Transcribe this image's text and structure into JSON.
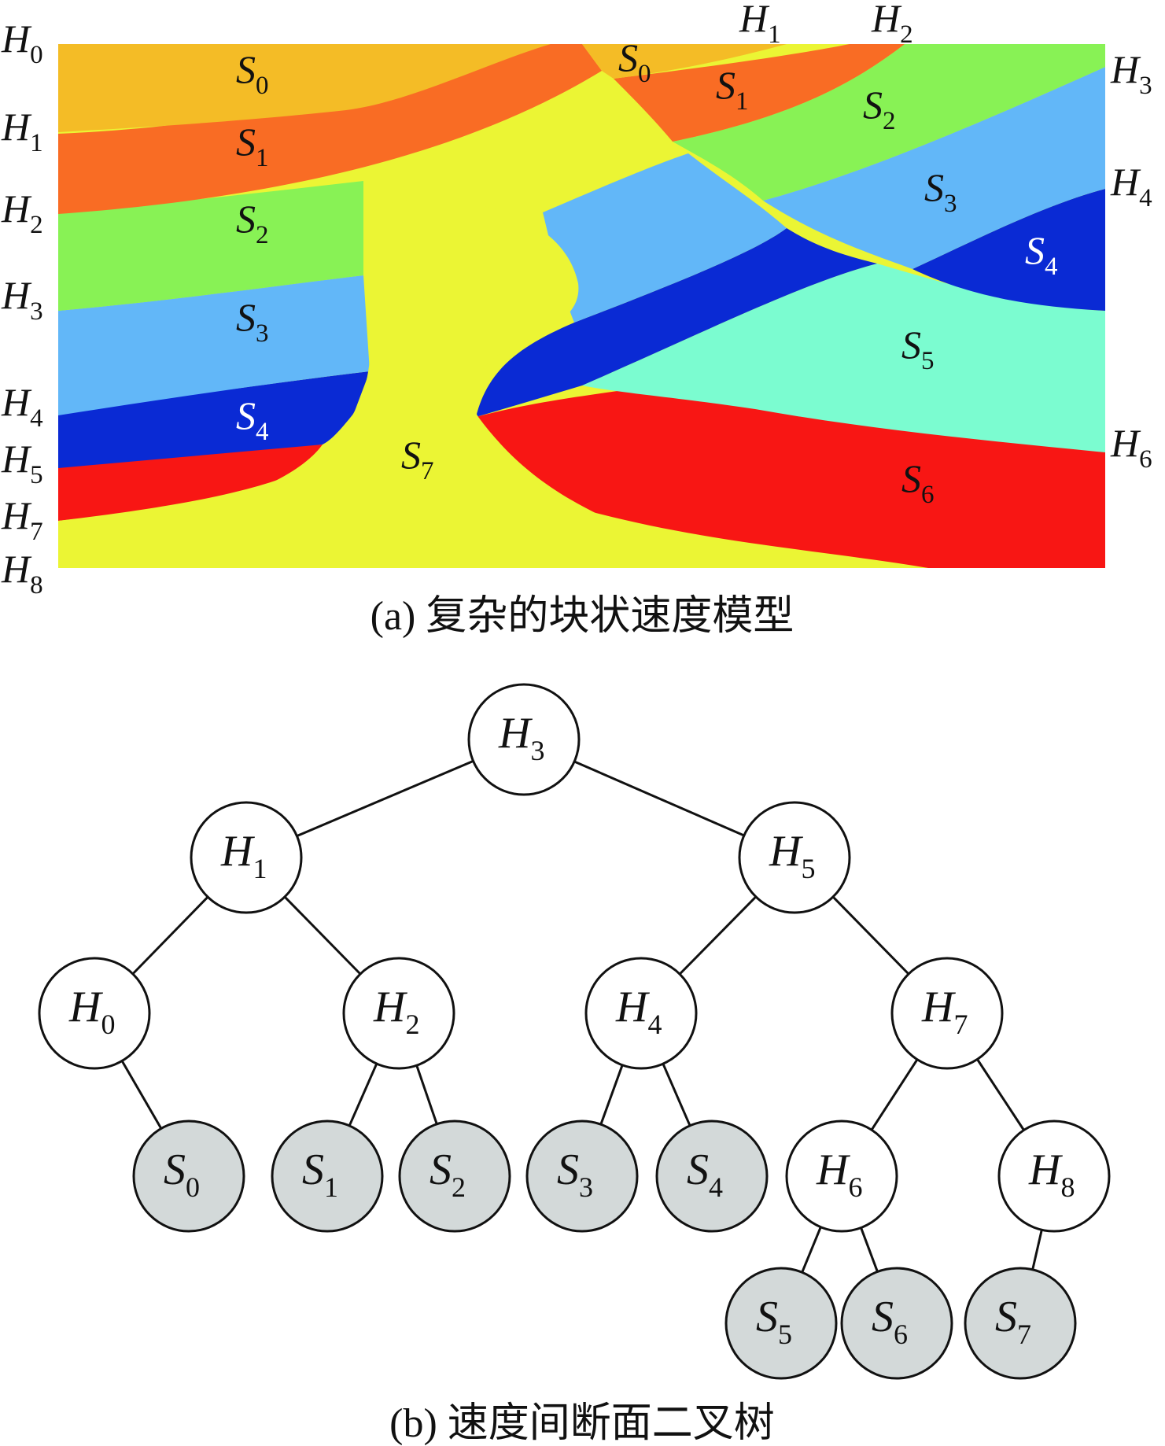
{
  "caption_a": "(a) 复杂的块状速度模型",
  "caption_b": "(b) 速度间断面二叉树",
  "colors": {
    "S0": "#F4BC26",
    "S1": "#F96C24",
    "S2": "#88F255",
    "S3": "#62B7F8",
    "S4": "#0A2AD4",
    "S5": "#7BFCD0",
    "S6": "#F81614",
    "S7": "#EBF534",
    "label_dark": "#111111",
    "label_light": "#ffffff",
    "node_fill_H": "#ffffff",
    "node_fill_S": "#d3d9d9",
    "edge": "#111111"
  },
  "model": {
    "labels": [
      {
        "id": "H0-left",
        "letter": "H",
        "sub": "0"
      },
      {
        "id": "H1-left",
        "letter": "H",
        "sub": "1"
      },
      {
        "id": "H2-left",
        "letter": "H",
        "sub": "2"
      },
      {
        "id": "H3-left",
        "letter": "H",
        "sub": "3"
      },
      {
        "id": "H4-left",
        "letter": "H",
        "sub": "4"
      },
      {
        "id": "H5-left",
        "letter": "H",
        "sub": "5"
      },
      {
        "id": "H7-left",
        "letter": "H",
        "sub": "7"
      },
      {
        "id": "H8-left",
        "letter": "H",
        "sub": "8"
      },
      {
        "id": "H1-top",
        "letter": "H",
        "sub": "1"
      },
      {
        "id": "H2-top",
        "letter": "H",
        "sub": "2"
      },
      {
        "id": "H3-right",
        "letter": "H",
        "sub": "3"
      },
      {
        "id": "H4-right",
        "letter": "H",
        "sub": "4"
      },
      {
        "id": "H6-right",
        "letter": "H",
        "sub": "6"
      },
      {
        "id": "S0-left",
        "letter": "S",
        "sub": "0"
      },
      {
        "id": "S1-left",
        "letter": "S",
        "sub": "1"
      },
      {
        "id": "S2-left",
        "letter": "S",
        "sub": "2"
      },
      {
        "id": "S3-left",
        "letter": "S",
        "sub": "3"
      },
      {
        "id": "S4-left",
        "letter": "S",
        "sub": "4"
      },
      {
        "id": "S7",
        "letter": "S",
        "sub": "7"
      },
      {
        "id": "S0-right",
        "letter": "S",
        "sub": "0"
      },
      {
        "id": "S1-right",
        "letter": "S",
        "sub": "1"
      },
      {
        "id": "S2-right",
        "letter": "S",
        "sub": "2"
      },
      {
        "id": "S3-right",
        "letter": "S",
        "sub": "3"
      },
      {
        "id": "S4-right",
        "letter": "S",
        "sub": "4"
      },
      {
        "id": "S5",
        "letter": "S",
        "sub": "5"
      },
      {
        "id": "S6",
        "letter": "S",
        "sub": "6"
      }
    ]
  },
  "tree": {
    "nodes": [
      {
        "id": "H3",
        "letter": "H",
        "sub": "3",
        "kind": "surface"
      },
      {
        "id": "H1",
        "letter": "H",
        "sub": "1",
        "kind": "surface"
      },
      {
        "id": "H5",
        "letter": "H",
        "sub": "5",
        "kind": "surface"
      },
      {
        "id": "H0",
        "letter": "H",
        "sub": "0",
        "kind": "surface"
      },
      {
        "id": "H2",
        "letter": "H",
        "sub": "2",
        "kind": "surface"
      },
      {
        "id": "H4",
        "letter": "H",
        "sub": "4",
        "kind": "surface"
      },
      {
        "id": "H7",
        "letter": "H",
        "sub": "7",
        "kind": "surface"
      },
      {
        "id": "S0",
        "letter": "S",
        "sub": "0",
        "kind": "block"
      },
      {
        "id": "S1",
        "letter": "S",
        "sub": "1",
        "kind": "block"
      },
      {
        "id": "S2",
        "letter": "S",
        "sub": "2",
        "kind": "block"
      },
      {
        "id": "S3",
        "letter": "S",
        "sub": "3",
        "kind": "block"
      },
      {
        "id": "S4",
        "letter": "S",
        "sub": "4",
        "kind": "block"
      },
      {
        "id": "H6",
        "letter": "H",
        "sub": "6",
        "kind": "surface"
      },
      {
        "id": "H8",
        "letter": "H",
        "sub": "8",
        "kind": "surface"
      },
      {
        "id": "S5",
        "letter": "S",
        "sub": "5",
        "kind": "block"
      },
      {
        "id": "S6",
        "letter": "S",
        "sub": "6",
        "kind": "block"
      },
      {
        "id": "S7",
        "letter": "S",
        "sub": "7",
        "kind": "block"
      }
    ],
    "edges": [
      [
        "H3",
        "H1"
      ],
      [
        "H3",
        "H5"
      ],
      [
        "H1",
        "H0"
      ],
      [
        "H1",
        "H2"
      ],
      [
        "H5",
        "H4"
      ],
      [
        "H5",
        "H7"
      ],
      [
        "H0",
        "S0"
      ],
      [
        "H2",
        "S1"
      ],
      [
        "H2",
        "S2"
      ],
      [
        "H4",
        "S3"
      ],
      [
        "H4",
        "S4"
      ],
      [
        "H7",
        "H6"
      ],
      [
        "H7",
        "H8"
      ],
      [
        "H6",
        "S5"
      ],
      [
        "H6",
        "S6"
      ],
      [
        "H8",
        "S7"
      ]
    ]
  }
}
